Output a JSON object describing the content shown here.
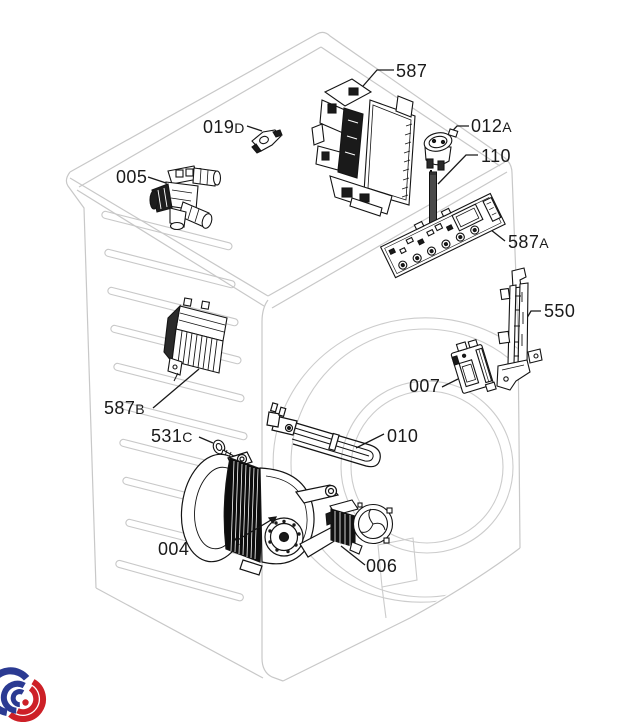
{
  "labels": {
    "p587": {
      "num": "587",
      "suffix": ""
    },
    "p019D": {
      "num": "019",
      "suffix": "D"
    },
    "p012A": {
      "num": "012",
      "suffix": "A"
    },
    "p110": {
      "num": "110",
      "suffix": ""
    },
    "p005": {
      "num": "005",
      "suffix": ""
    },
    "p587A": {
      "num": "587",
      "suffix": "A"
    },
    "p550": {
      "num": "550",
      "suffix": ""
    },
    "p007": {
      "num": "007",
      "suffix": ""
    },
    "p587B": {
      "num": "587",
      "suffix": "B"
    },
    "p531C": {
      "num": "531",
      "suffix": "C"
    },
    "p010": {
      "num": "010",
      "suffix": ""
    },
    "p004": {
      "num": "004",
      "suffix": ""
    },
    "p006": {
      "num": "006",
      "suffix": ""
    }
  },
  "colors": {
    "ink": "#1a1a1a",
    "cabinet_line": "#c8c8c8",
    "logo_blue": "#2b3a92",
    "logo_red": "#cd2027"
  }
}
